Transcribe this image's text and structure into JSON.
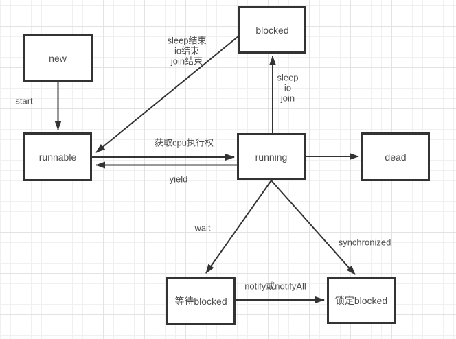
{
  "diagram": {
    "kind": "thread-state-flowchart",
    "colors": {
      "stroke": "#333333",
      "text": "#4d4d4d",
      "background": "#ffffff",
      "grid_minor": "#f0f0f0",
      "grid_major": "#e3e3e3"
    }
  },
  "nodes": [
    {
      "id": "new",
      "label": "new"
    },
    {
      "id": "runnable",
      "label": "runnable"
    },
    {
      "id": "blocked",
      "label": "blocked"
    },
    {
      "id": "running",
      "label": "running"
    },
    {
      "id": "dead",
      "label": "dead"
    },
    {
      "id": "wait-blocked",
      "label": "等待blocked"
    },
    {
      "id": "lock-blocked",
      "label": "锁定blocked"
    }
  ],
  "edges": [
    {
      "id": "start",
      "from": "new",
      "to": "runnable",
      "label": "start"
    },
    {
      "id": "acquire-cpu",
      "from": "runnable",
      "to": "running",
      "label": "获取cpu执行权"
    },
    {
      "id": "yield",
      "from": "running",
      "to": "runnable",
      "label": "yield"
    },
    {
      "id": "blocked-end",
      "from": "blocked",
      "to": "runnable",
      "lines": [
        "sleep结束",
        "io结束",
        "join结束"
      ]
    },
    {
      "id": "sleep-io-join",
      "from": "running",
      "to": "blocked",
      "lines": [
        "sleep",
        "io",
        "join"
      ]
    },
    {
      "id": "to-dead",
      "from": "running",
      "to": "dead",
      "label": ""
    },
    {
      "id": "wait",
      "from": "running",
      "to": "wait-blocked",
      "label": "wait"
    },
    {
      "id": "synchronized",
      "from": "running",
      "to": "lock-blocked",
      "label": "synchronized"
    },
    {
      "id": "notify",
      "from": "wait-blocked",
      "to": "lock-blocked",
      "label": "notify或notifyAll"
    }
  ]
}
